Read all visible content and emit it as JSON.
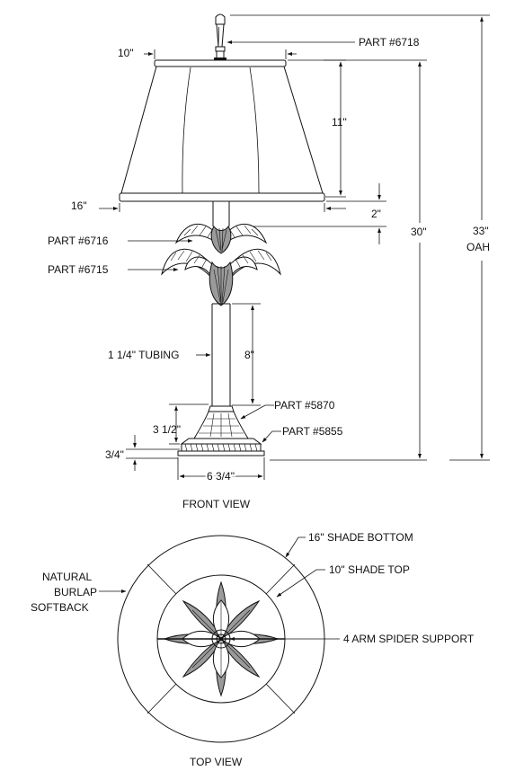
{
  "front_view": {
    "caption": "FRONT VIEW",
    "labels": {
      "shade_top_width": "10\"",
      "finial_part": "PART #6718",
      "shade_height": "11\"",
      "shade_bottom_width": "16\"",
      "shade_gap": "2\"",
      "total_height": "30\"",
      "overall_height": "33\"",
      "overall_height_unit": "OAH",
      "upper_leaves_part": "PART #6716",
      "lower_leaves_part": "PART #6715",
      "tubing": "1 1/4\" TUBING",
      "tubing_length": "8\"",
      "base_collar_part": "PART #5870",
      "base_collar_height": "3 1/2\"",
      "base_part": "PART #5855",
      "base_height": "3/4\"",
      "base_width": "6 3/4\""
    }
  },
  "top_view": {
    "caption": "TOP VIEW",
    "labels": {
      "shade_bottom": "16\" SHADE BOTTOM",
      "shade_top": "10\" SHADE TOP",
      "material_line1": "NATURAL",
      "material_line2": "BURLAP",
      "material_line3": "SOFTBACK",
      "spider": "4 ARM SPIDER SUPPORT"
    }
  }
}
